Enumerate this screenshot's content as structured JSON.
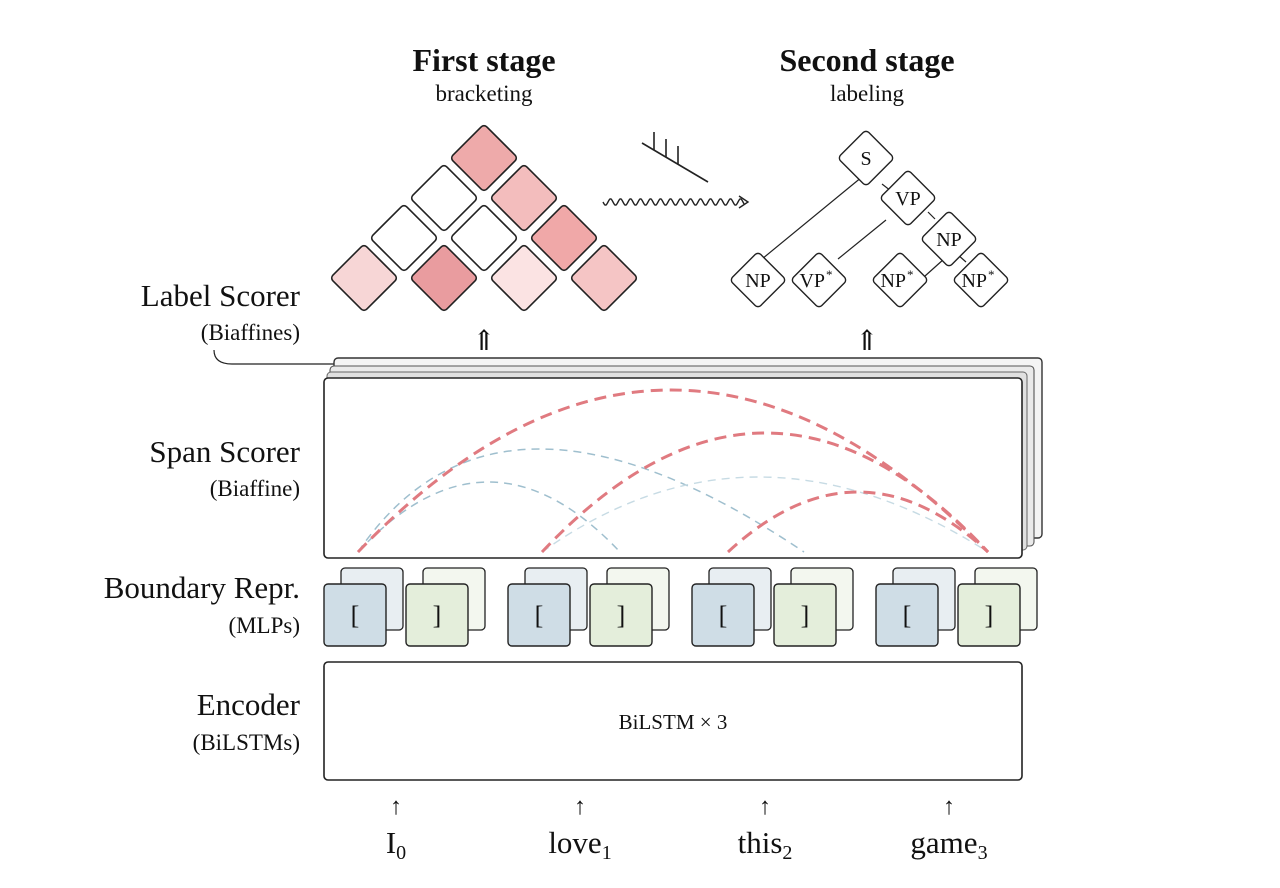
{
  "stages": {
    "first": {
      "title": "First stage",
      "subtitle": "bracketing"
    },
    "second": {
      "title": "Second stage",
      "subtitle": "labeling"
    }
  },
  "layers": {
    "label_scorer": {
      "name": "Label Scorer",
      "sub": "(Biaffines)"
    },
    "span_scorer": {
      "name": "Span Scorer",
      "sub": "(Biaffine)"
    },
    "boundary": {
      "name": "Boundary Repr.",
      "sub": "(MLPs)"
    },
    "encoder": {
      "name": "Encoder",
      "sub": "(BiLSTMs)"
    }
  },
  "encoder_box_text": "BiLSTM × 3",
  "brackets": {
    "left": "[",
    "right": "]"
  },
  "tokens": [
    {
      "word": "I",
      "index": "0"
    },
    {
      "word": "love",
      "index": "1"
    },
    {
      "word": "this",
      "index": "2"
    },
    {
      "word": "game",
      "index": "3"
    }
  ],
  "arrows": {
    "up": "↑",
    "double_up": "⇑"
  },
  "tree_labels": {
    "s": "S",
    "vp": "VP",
    "np": "NP",
    "star": "*"
  },
  "colors": {
    "span_red": "#e07a80",
    "span_blue": "#9fbfce",
    "left_box": "#cfdde6",
    "right_box": "#e4eedb",
    "chart_cells": [
      "#eeaaaa",
      "#f3bdbd",
      "#f0a8a8",
      "#f7d6d6",
      "#e99c9f",
      "#fbe3e3",
      "#f5c5c5"
    ]
  }
}
